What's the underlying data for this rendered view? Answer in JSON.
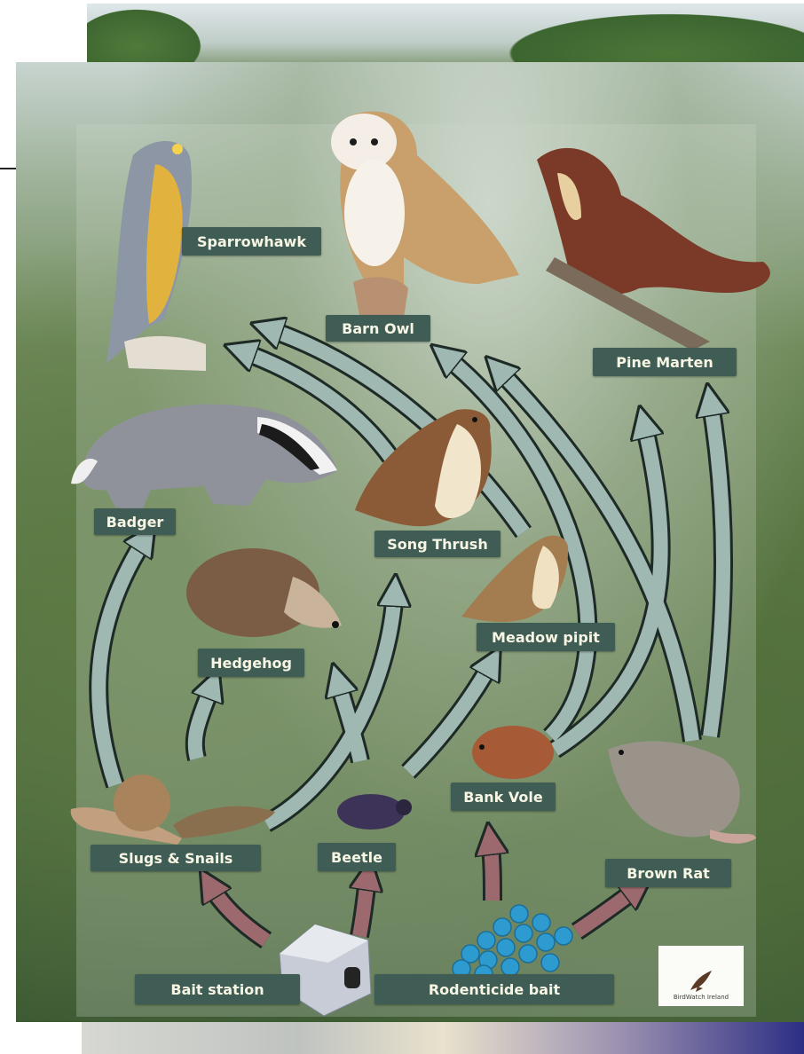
{
  "nodes": {
    "sparrowhawk": "Sparrowhawk",
    "barn_owl": "Barn Owl",
    "pine_marten": "Pine Marten",
    "badger": "Badger",
    "song_thrush": "Song Thrush",
    "hedgehog": "Hedgehog",
    "meadow_pipit": "Meadow pipit",
    "bank_vole": "Bank Vole",
    "slugs_snails": "Slugs & Snails",
    "beetle": "Beetle",
    "brown_rat": "Brown Rat",
    "bait_station": "Bait station",
    "rodenticide_bait": "Rodenticide bait"
  },
  "logo": {
    "text": "BirdWatch Ireland"
  },
  "colors": {
    "label_bg": "#3f5d54",
    "label_text": "#f7f5e4",
    "arrow_fill": "#9fb8b2",
    "arrow_outline": "#1e2a26",
    "bait_arrow_fill": "#9c6a6e"
  }
}
